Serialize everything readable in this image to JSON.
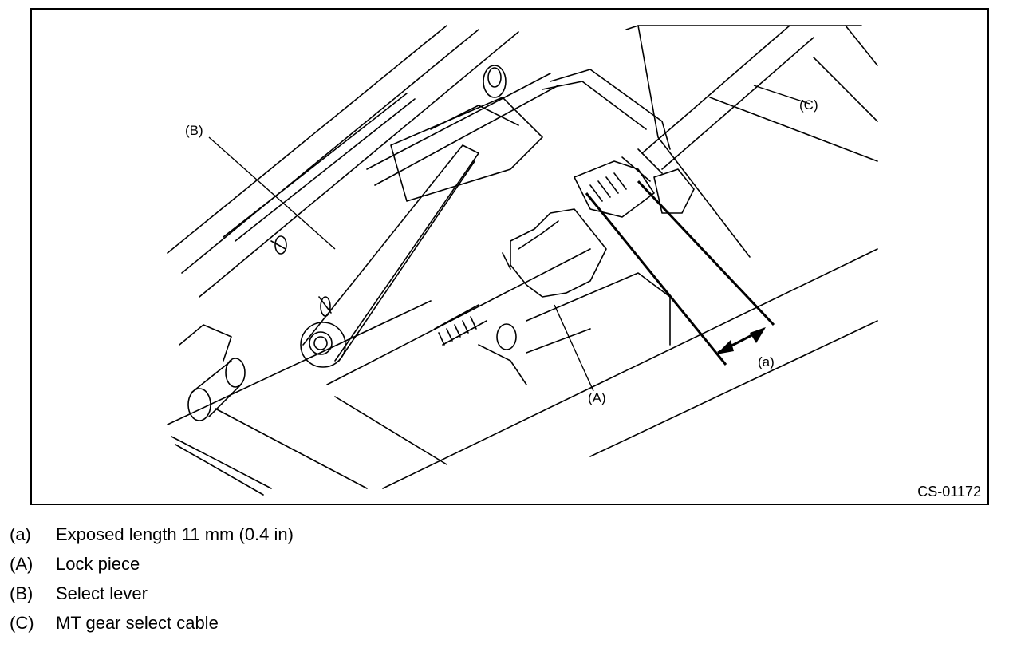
{
  "figure": {
    "id": "CS-01172",
    "callouts": {
      "a": "(a)",
      "A": "(A)",
      "B": "(B)",
      "C": "(C)"
    }
  },
  "legend": [
    {
      "key": "(a)",
      "text": "Exposed length 11 mm (0.4 in)"
    },
    {
      "key": "(A)",
      "text": "Lock piece"
    },
    {
      "key": "(B)",
      "text": "Select lever"
    },
    {
      "key": "(C)",
      "text": "MT gear select cable"
    }
  ],
  "colors": {
    "ink": "#000000",
    "paper": "#ffffff"
  }
}
